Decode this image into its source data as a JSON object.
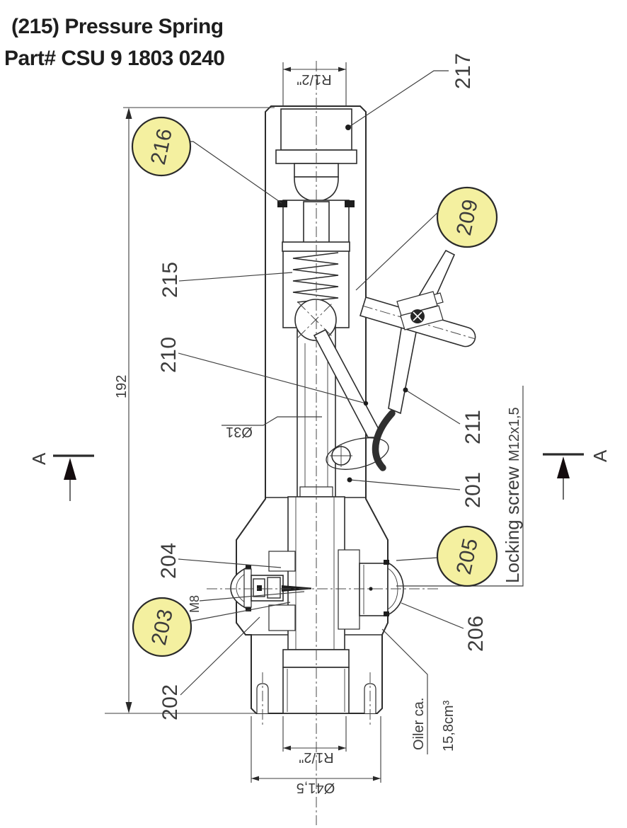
{
  "header": {
    "title": "(215) Pressure Spring",
    "part_number": "Part# CSU 9 1803 0240"
  },
  "colors": {
    "callout_fill": "#f4f0a0",
    "ink": "#2c2c2c",
    "paper": "#ffffff"
  },
  "callouts": {
    "circled": {
      "c216": "216",
      "c209": "209",
      "c203": "203",
      "c205": "205"
    },
    "plain": {
      "c217": "217",
      "c215": "215",
      "c210": "210",
      "c211": "211",
      "c201": "201",
      "c204": "204",
      "c202": "202",
      "c206": "206"
    }
  },
  "dimensions": {
    "overall_height": "192",
    "top_thread": "R1/2\"",
    "bore_diameter": "Ø31",
    "needle_thread": "M8",
    "bottom_thread": "R1/2\"",
    "outer_diameter": "Ø41,5"
  },
  "annotations": {
    "locking_screw_label": "Locking screw ",
    "locking_screw_thread": "M12x1,5",
    "oiler_label": "Oiler ca.",
    "oiler_volume": "15,8cm³",
    "section_marker": "A"
  }
}
